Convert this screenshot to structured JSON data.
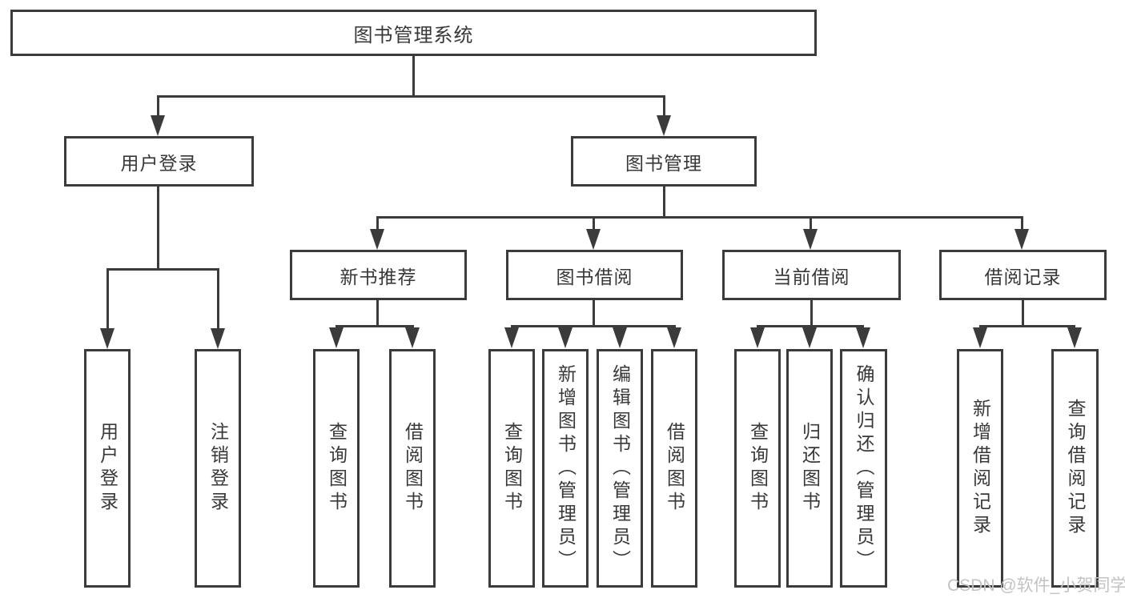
{
  "diagram": {
    "root": {
      "label": "图书管理系统"
    },
    "branches": [
      {
        "label": "用户登录",
        "children": [
          {
            "label": "用户登录"
          },
          {
            "label": "注销登录"
          }
        ]
      },
      {
        "label": "图书管理",
        "children": [
          {
            "label": "新书推荐",
            "children": [
              {
                "label": "查询图书"
              },
              {
                "label": "借阅图书"
              }
            ]
          },
          {
            "label": "图书借阅",
            "children": [
              {
                "label": "查询图书"
              },
              {
                "label": "新增图书（管理员）"
              },
              {
                "label": "编辑图书（管理员）"
              },
              {
                "label": "借阅图书"
              }
            ]
          },
          {
            "label": "当前借阅",
            "children": [
              {
                "label": "查询图书"
              },
              {
                "label": "归还图书"
              },
              {
                "label": "确认归还（管理员）"
              }
            ]
          },
          {
            "label": "借阅记录",
            "children": [
              {
                "label": "新增借阅记录"
              },
              {
                "label": "查询借阅记录"
              }
            ]
          }
        ]
      }
    ]
  },
  "watermark": {
    "text": "CSDN @软件_小贺同学",
    "color": "#c3c3c3"
  },
  "colors": {
    "line": "#3b3b3b",
    "border": "#3b3b3b",
    "text": "#383838",
    "background": "#ffffff"
  }
}
